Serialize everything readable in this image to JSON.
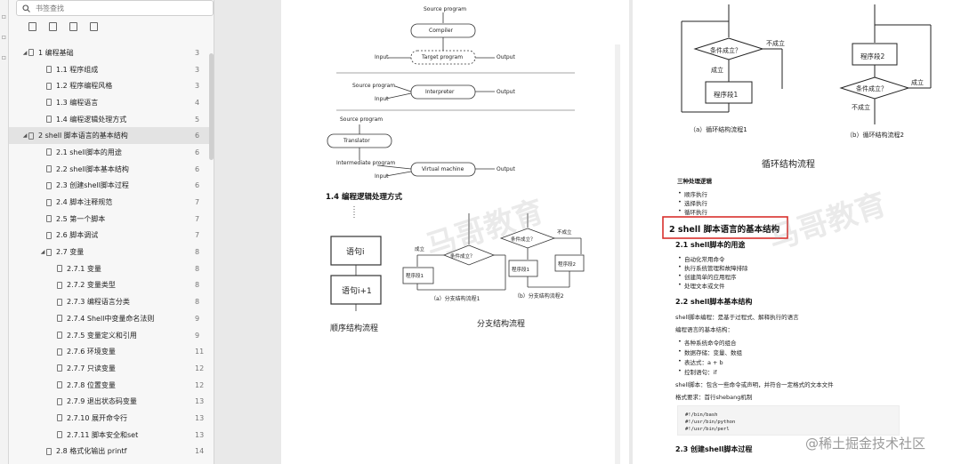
{
  "sidebar": {
    "search_placeholder": "书签查找",
    "items": [
      {
        "label": "1 编程基础",
        "page": "3",
        "level": 0,
        "expanded": true,
        "active": false
      },
      {
        "label": "1.1 程序组成",
        "page": "3",
        "level": 1,
        "active": false
      },
      {
        "label": "1.2 程序编程风格",
        "page": "3",
        "level": 1,
        "active": false
      },
      {
        "label": "1.3 编程语言",
        "page": "4",
        "level": 1,
        "active": false
      },
      {
        "label": "1.4 编程逻辑处理方式",
        "page": "5",
        "level": 1,
        "active": false
      },
      {
        "label": "2 shell 脚本语言的基本结构",
        "page": "6",
        "level": 0,
        "expanded": true,
        "active": true
      },
      {
        "label": "2.1 shell脚本的用途",
        "page": "6",
        "level": 1,
        "active": false
      },
      {
        "label": "2.2 shell脚本基本结构",
        "page": "6",
        "level": 1,
        "active": false
      },
      {
        "label": "2.3 创建shell脚本过程",
        "page": "6",
        "level": 1,
        "active": false
      },
      {
        "label": "2.4 脚本注释规范",
        "page": "7",
        "level": 1,
        "active": false
      },
      {
        "label": "2.5 第一个脚本",
        "page": "7",
        "level": 1,
        "active": false
      },
      {
        "label": "2.6 脚本调试",
        "page": "7",
        "level": 1,
        "active": false
      },
      {
        "label": "2.7 变量",
        "page": "8",
        "level": 1,
        "expanded": true,
        "active": false
      },
      {
        "label": "2.7.1 变量",
        "page": "8",
        "level": 2,
        "active": false
      },
      {
        "label": "2.7.2 变量类型",
        "page": "8",
        "level": 2,
        "active": false
      },
      {
        "label": "2.7.3 编程语言分类",
        "page": "8",
        "level": 2,
        "active": false
      },
      {
        "label": "2.7.4 Shell中变量命名法则",
        "page": "9",
        "level": 2,
        "active": false
      },
      {
        "label": "2.7.5 变量定义和引用",
        "page": "9",
        "level": 2,
        "active": false
      },
      {
        "label": "2.7.6 环境变量",
        "page": "11",
        "level": 2,
        "active": false
      },
      {
        "label": "2.7.7 只读变量",
        "page": "12",
        "level": 2,
        "active": false
      },
      {
        "label": "2.7.8 位置变量",
        "page": "12",
        "level": 2,
        "active": false
      },
      {
        "label": "2.7.9 退出状态码变量",
        "page": "13",
        "level": 2,
        "active": false
      },
      {
        "label": "2.7.10 展开命令行",
        "page": "13",
        "level": 2,
        "active": false
      },
      {
        "label": "2.7.11 脚本安全和set",
        "page": "13",
        "level": 2,
        "active": false
      },
      {
        "label": "2.8 格式化输出 printf",
        "page": "14",
        "level": 1,
        "active": false
      }
    ]
  },
  "page1": {
    "compiler": {
      "source": "Source program",
      "compiler": "Compiler",
      "target": "Target program",
      "input": "Input",
      "output": "Output"
    },
    "interpreter": {
      "source": "Source program",
      "input": "Input",
      "interpreter": "Interpreter",
      "output": "Output"
    },
    "vm": {
      "source": "Source program",
      "translator": "Translator",
      "intermediate": "Intermediate program",
      "input": "Input",
      "vm": "Virtual machine",
      "output": "Output"
    },
    "section_title": "1.4 编程逻辑处理方式",
    "stmt1": "语句i",
    "stmt2": "语句i+1",
    "seq_caption": "顺序结构流程",
    "branch_a": {
      "cond": "条件成立？",
      "yes": "成立",
      "block": "程序段1",
      "caption": "（a）分支结构流程1"
    },
    "branch_b": {
      "cond": "条件成立？",
      "no": "不成立",
      "block1": "程序段1",
      "block2": "程序段2",
      "caption": "（b）分支结构流程2"
    },
    "branch_caption": "分支结构流程",
    "watermark": "马哥教育"
  },
  "page2": {
    "loop_a": {
      "cond": "条件成立？",
      "yes": "成立",
      "no": "不成立",
      "block": "程序段1",
      "caption": "（a）循环结构流程1"
    },
    "loop_b": {
      "cond": "条件成立？",
      "yes": "成立",
      "no": "不成立",
      "block": "程序段2",
      "caption": "（b）循环结构流程2"
    },
    "loop_caption": "循环结构流程",
    "three_title": "三种处理逻辑",
    "three_items": [
      "顺序执行",
      "选择执行",
      "循环执行"
    ],
    "h2": "2 shell 脚本语言的基本结构",
    "h3_1": "2.1 shell脚本的用途",
    "uses": [
      "自动化常用命令",
      "执行系统管理和故障排除",
      "创建简单的应用程序",
      "处理文本或文件"
    ],
    "h3_2": "2.2 shell脚本基本结构",
    "p1": "shell脚本编程：是基于过程式、解释执行的语言",
    "p2": "编程语言的基本结构：",
    "struct": [
      "各种系统命令的组合",
      "数据存储：变量、数组",
      "表达式：a + b",
      "控制语句：if"
    ],
    "p3": "shell脚本：包含一些命令或声明，并符合一定格式的文本文件",
    "p4": "格式要求：首行shebang机制",
    "code": [
      "#!/bin/bash",
      "#!/usr/bin/python",
      "#!/usr/bin/perl"
    ],
    "h3_3": "2.3 创建shell脚本过程",
    "watermark": "马哥教育",
    "site_watermark": "@稀土掘金技术社区",
    "highlight_color": "#d9302c"
  }
}
